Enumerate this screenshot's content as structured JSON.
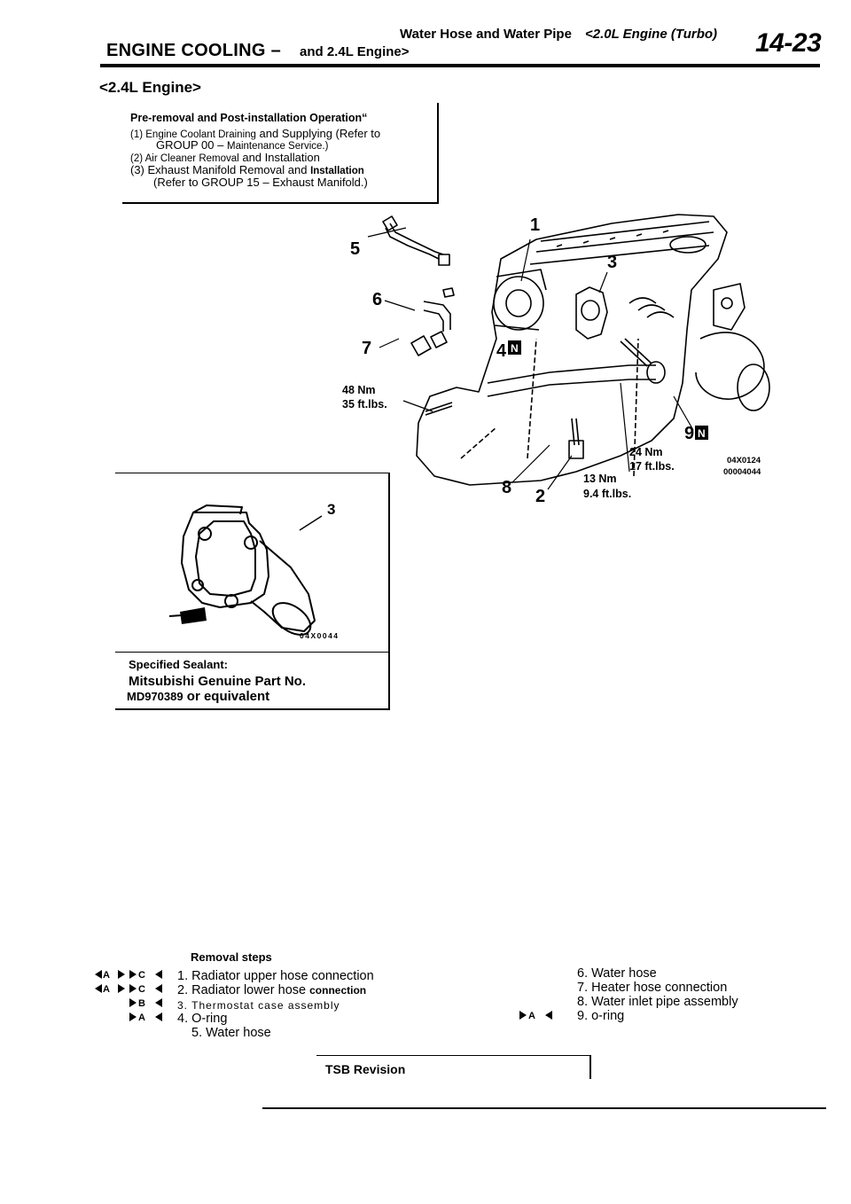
{
  "header": {
    "subtitle": "Water Hose and Water Pipe",
    "engine_ref_1": "<2.0L Engine (Turbo)",
    "engine_ref_2_prefix": "and",
    "engine_ref_2": "2.4L Engine>",
    "section": "ENGINE COOLING",
    "page_number": "14-23"
  },
  "section_title": "<2.4L Engine>",
  "pre_removal": {
    "title": "Pre-removal and Post-installation Operation“",
    "line1_a": "(1) Engine Coolant Draining",
    "line1_b": "and Supplying (Refer to",
    "line2_a": "GROUP 00",
    "line2_b": "Maintenance Service.)",
    "line3_a": "(2) Air Cleaner Removal",
    "line3_b": "and Installation",
    "line4_a": "(3) Exhaust Manifold Removal and",
    "line4_b": "Installation",
    "line5_a": "(Refer to GROUP 15",
    "line5_b": "Exhaust Manifold.)"
  },
  "main_figure": {
    "callouts": [
      "1",
      "2",
      "3",
      "4",
      "5",
      "6",
      "7",
      "8",
      "9"
    ],
    "new_part_mark": "N",
    "torque_a_nm": "48 Nm",
    "torque_a_ft": "35 ft.lbs.",
    "torque_b_nm": "24 Nm",
    "torque_b_ft": "17 ft.lbs.",
    "torque_c_nm": "13 Nm",
    "torque_c_ft": "9.4 ft.lbs.",
    "figure_id_1": "04X0124",
    "figure_id_2": "00004044"
  },
  "inset_figure": {
    "callout": "3",
    "figure_id": "04X0044"
  },
  "sealant": {
    "title": "Specified Sealant:",
    "line1": "Mitsubishi Genuine Part No.",
    "part_no": "MD970389",
    "line2": "or equivalent"
  },
  "removal": {
    "title": "Removal steps",
    "left_steps": [
      {
        "text": "1. Radiator upper hose connection",
        "marks": [
          "A",
          "C"
        ]
      },
      {
        "text": "2. Radiator lower hose",
        "tail": "connection",
        "marks": [
          "A",
          "C"
        ]
      },
      {
        "text": "3. Thermostat case assembly",
        "marks": [
          "B"
        ]
      },
      {
        "text": "4. O-ring",
        "marks": [
          "A"
        ]
      },
      {
        "text": "5. Water hose",
        "marks": []
      }
    ],
    "right_steps": [
      {
        "text": "6. Water hose",
        "marks": []
      },
      {
        "text": "7. Heater hose connection",
        "marks": []
      },
      {
        "text": "8. Water inlet pipe assembly",
        "marks": []
      },
      {
        "text": "9. o-ring",
        "marks": [
          "A"
        ]
      }
    ]
  },
  "footer": {
    "tsb": "TSB Revision"
  }
}
